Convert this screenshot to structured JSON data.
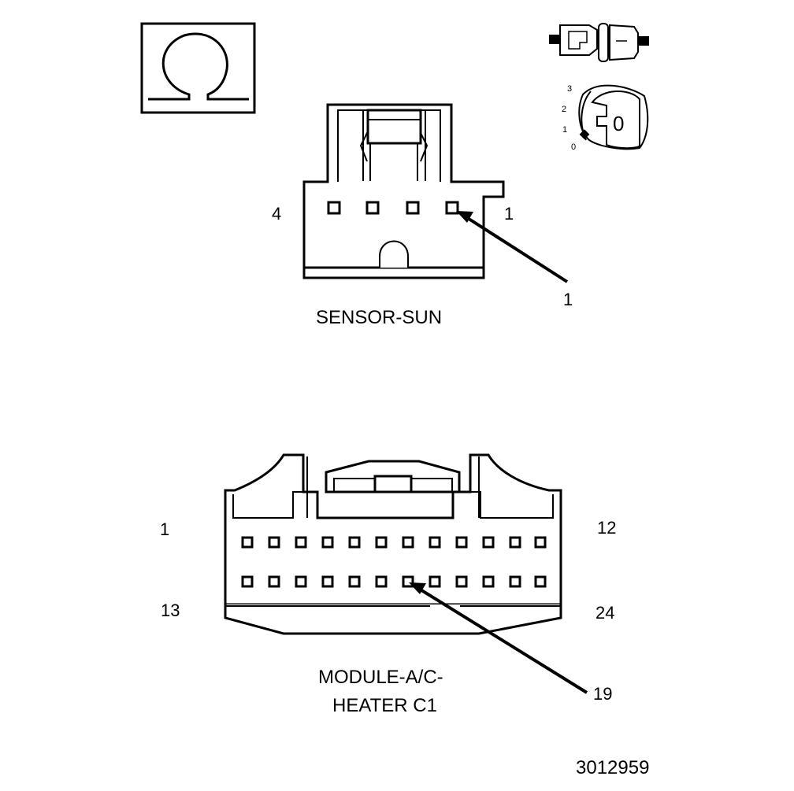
{
  "ohmmeter_icon": {
    "symbol": "Ω"
  },
  "ignition_key_icon": {
    "positions": [
      "3",
      "2",
      "1",
      "0"
    ],
    "selected_position": "0"
  },
  "sun_sensor_connector": {
    "name": "SENSOR-SUN",
    "pin_left_label": "4",
    "pin_right_label": "1",
    "highlighted_pin": "1",
    "pin_count": 4
  },
  "hvac_module_connector": {
    "name_line1": "MODULE-A/C-",
    "name_line2": "HEATER C1",
    "pin_top_left_label": "1",
    "pin_top_right_label": "12",
    "pin_bottom_left_label": "13",
    "pin_bottom_right_label": "24",
    "highlighted_pin": "19",
    "pins_per_row": 12
  },
  "figure_id": "3012959"
}
